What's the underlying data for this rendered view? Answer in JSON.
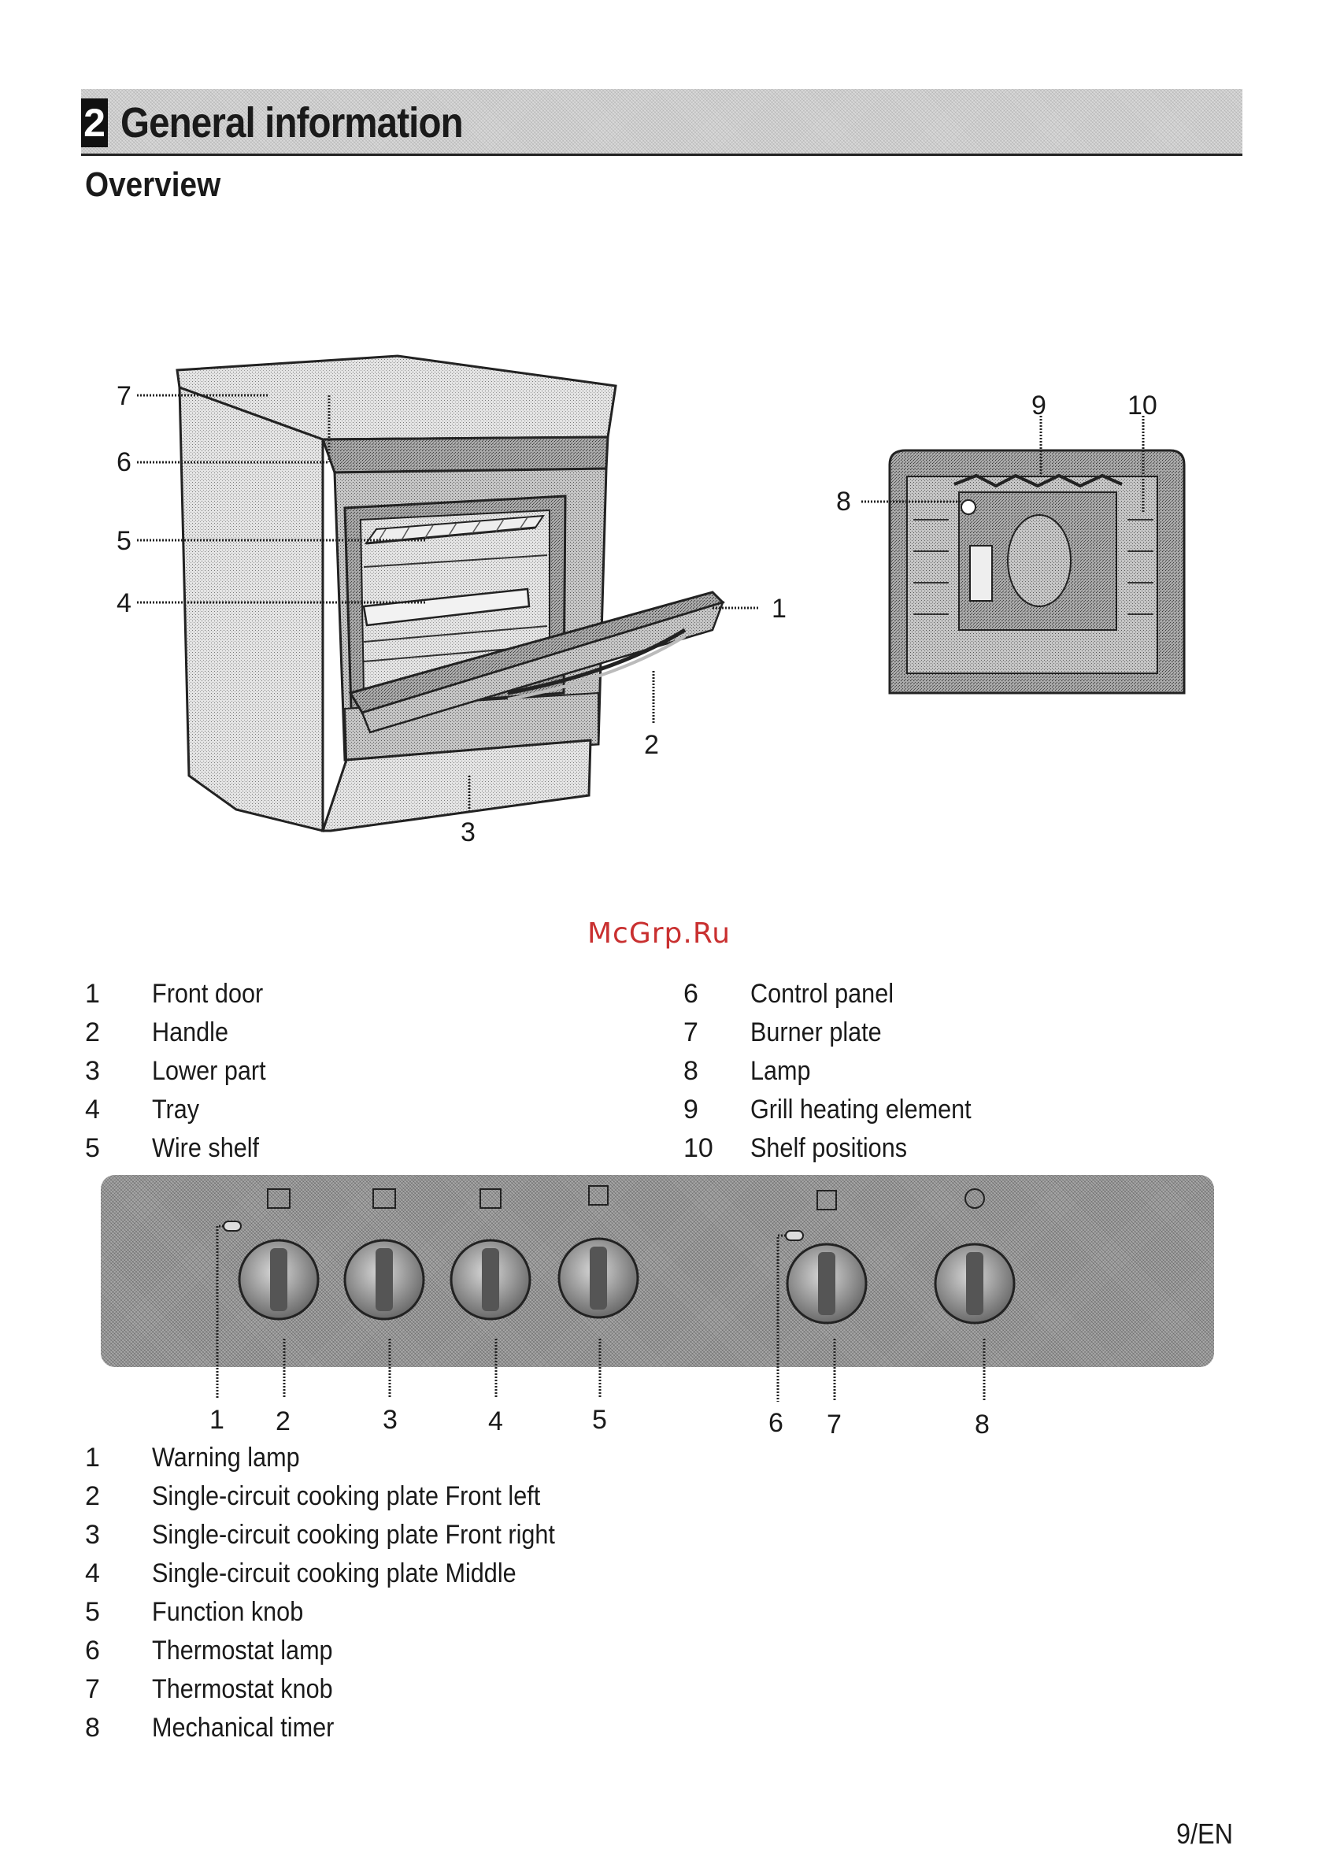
{
  "section": {
    "number": "2",
    "title": "General information"
  },
  "subheading": "Overview",
  "watermark": "McGrp.Ru",
  "diagram_callouts": [
    "1",
    "2",
    "3",
    "4",
    "5",
    "6",
    "7",
    "8",
    "9",
    "10"
  ],
  "parts_legend": [
    {
      "num": "1",
      "label": "Front door"
    },
    {
      "num": "2",
      "label": "Handle"
    },
    {
      "num": "3",
      "label": "Lower part"
    },
    {
      "num": "4",
      "label": "Tray"
    },
    {
      "num": "5",
      "label": "Wire shelf"
    },
    {
      "num": "6",
      "label": "Control panel"
    },
    {
      "num": "7",
      "label": "Burner plate"
    },
    {
      "num": "8",
      "label": "Lamp"
    },
    {
      "num": "9",
      "label": "Grill heating element"
    },
    {
      "num": "10",
      "label": "Shelf positions"
    }
  ],
  "panel_callouts": [
    "1",
    "2",
    "3",
    "4",
    "5",
    "6",
    "7",
    "8"
  ],
  "controls_legend": [
    {
      "num": "1",
      "label": "Warning lamp"
    },
    {
      "num": "2",
      "label": "Single-circuit cooking plate Front left"
    },
    {
      "num": "3",
      "label": "Single-circuit cooking plate Front right"
    },
    {
      "num": "4",
      "label": "Single-circuit cooking plate Middle"
    },
    {
      "num": "5",
      "label": "Function knob"
    },
    {
      "num": "6",
      "label": "Thermostat lamp"
    },
    {
      "num": "7",
      "label": "Thermostat knob"
    },
    {
      "num": "8",
      "label": "Mechanical timer"
    }
  ],
  "page_number": "9/EN"
}
